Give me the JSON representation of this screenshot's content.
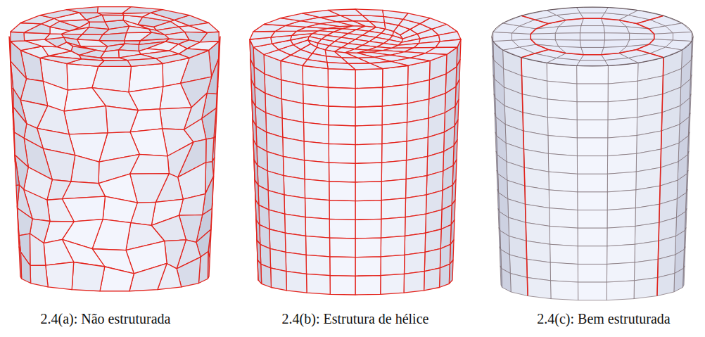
{
  "diagram": {
    "labels": [
      "2.4(a): Não estruturada",
      "2.4(b): Estrutura de hélice",
      "2.4(c): Bem estruturada"
    ]
  }
}
